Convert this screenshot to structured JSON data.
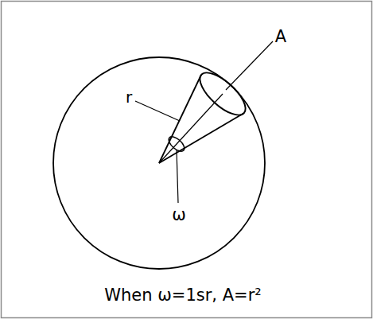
{
  "diagram": {
    "caption": "When ω=1sr, A=r²",
    "labels": [
      "A",
      "r",
      "ω"
    ]
  }
}
